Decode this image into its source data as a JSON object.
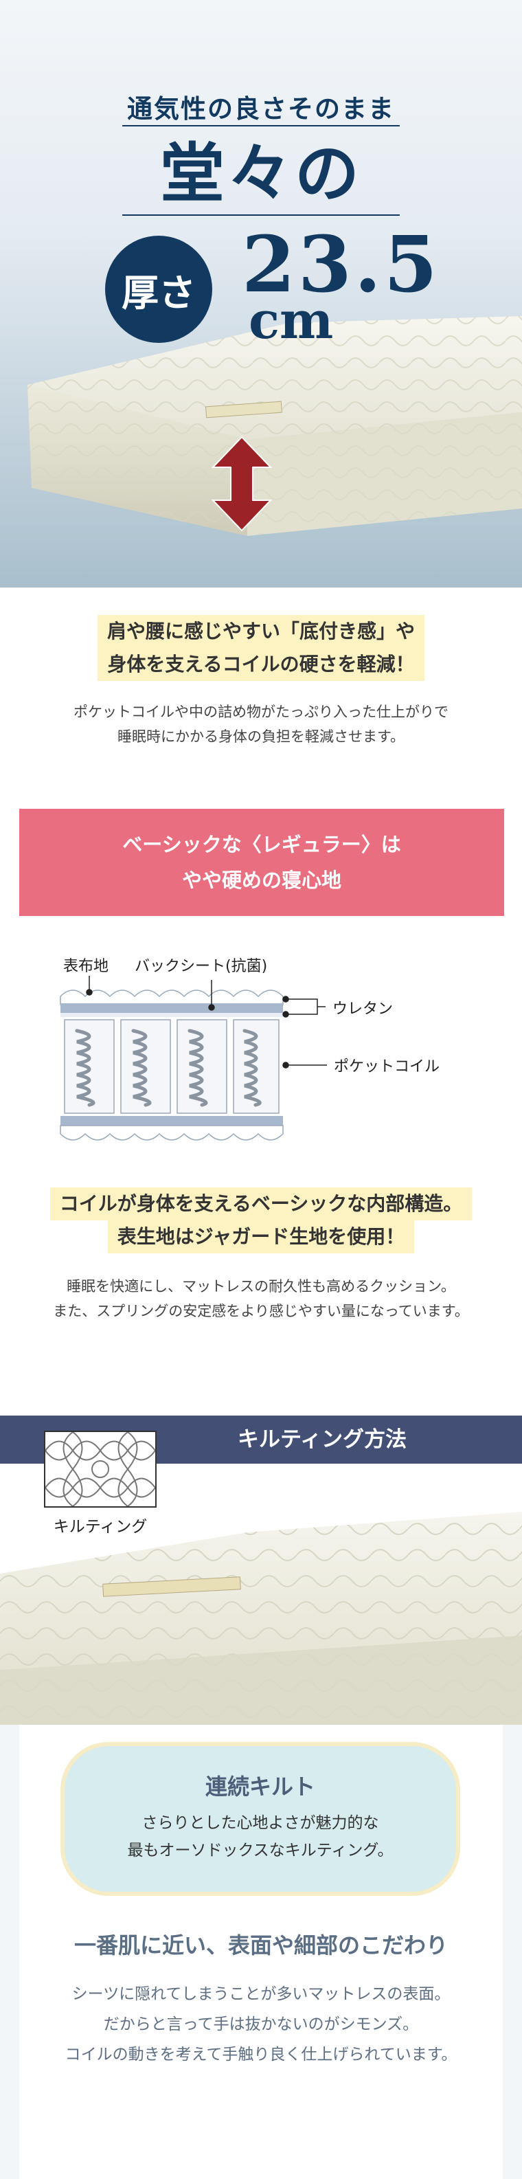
{
  "hero": {
    "subtitle": "通気性の良さそのまま",
    "title": "堂々の",
    "circle_text": "厚さ",
    "thickness_value": "23.5",
    "thickness_unit": "cm"
  },
  "feature1": {
    "heading_line1": "肩や腰に感じやすい「底付き感」や",
    "heading_line2": "身体を支えるコイルの硬さを軽減！",
    "body_line1": "ポケットコイルや中の詰め物がたっぷり入った仕上がりで",
    "body_line2": "睡眠時にかかる身体の負担を軽減させます。"
  },
  "banner": {
    "line1": "ベーシックな〈レギュラー〉は",
    "line2": "やや硬めの寝心地"
  },
  "diagram": {
    "label_surface": "表布地",
    "label_backsheet": "バックシート(抗菌)",
    "label_urethane": "ウレタン",
    "label_coil": "ポケットコイル"
  },
  "feature2": {
    "heading_line1": "コイルが身体を支えるベーシックな内部構造。",
    "heading_line2": "表生地はジャガード生地を使用！",
    "body_line1": "睡眠を快適にし、マットレスの耐久性も高めるクッション。",
    "body_line2": "また、スプリングの安定感をより感じやすい量になっています。"
  },
  "quilting": {
    "bar_title": "キルティング方法",
    "thumb_label": "キルティング",
    "box_title": "連続キルト",
    "box_line1": "さらりとした心地よさが魅力的な",
    "box_line2": "最もオーソドックスなキルティング。"
  },
  "detail": {
    "heading": "一番肌に近い、表面や細部のこだわり",
    "line1": "シーツに隠れてしまうことが多いマットレスの表面。",
    "line2": "だからと言って手は抜かないのがシモンズ。",
    "line3": "コイルの動きを考えて手触り良く仕上げられています。"
  },
  "colors": {
    "navy": "#12395f",
    "pink": "#e86e80",
    "highlight": "#fdf3c2",
    "bar": "#434f75",
    "arrow": "#9b2226"
  }
}
